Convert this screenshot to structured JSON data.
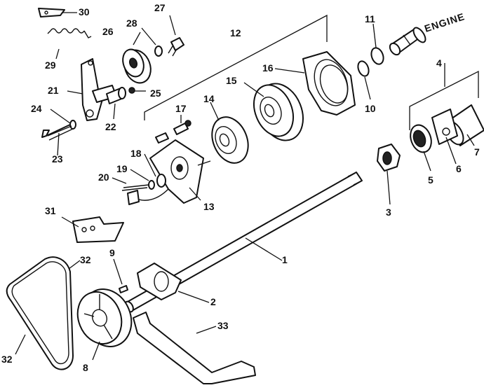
{
  "engine_label": "ENGINE",
  "callouts": [
    "1",
    "2",
    "3",
    "4",
    "5",
    "6",
    "7",
    "8",
    "9",
    "10",
    "11",
    "12",
    "13",
    "14",
    "15",
    "16",
    "17",
    "18",
    "19",
    "20",
    "21",
    "22",
    "23",
    "24",
    "25",
    "26",
    "27",
    "28",
    "29",
    "30",
    "31",
    "32",
    "33"
  ],
  "callout_32_second": "32"
}
